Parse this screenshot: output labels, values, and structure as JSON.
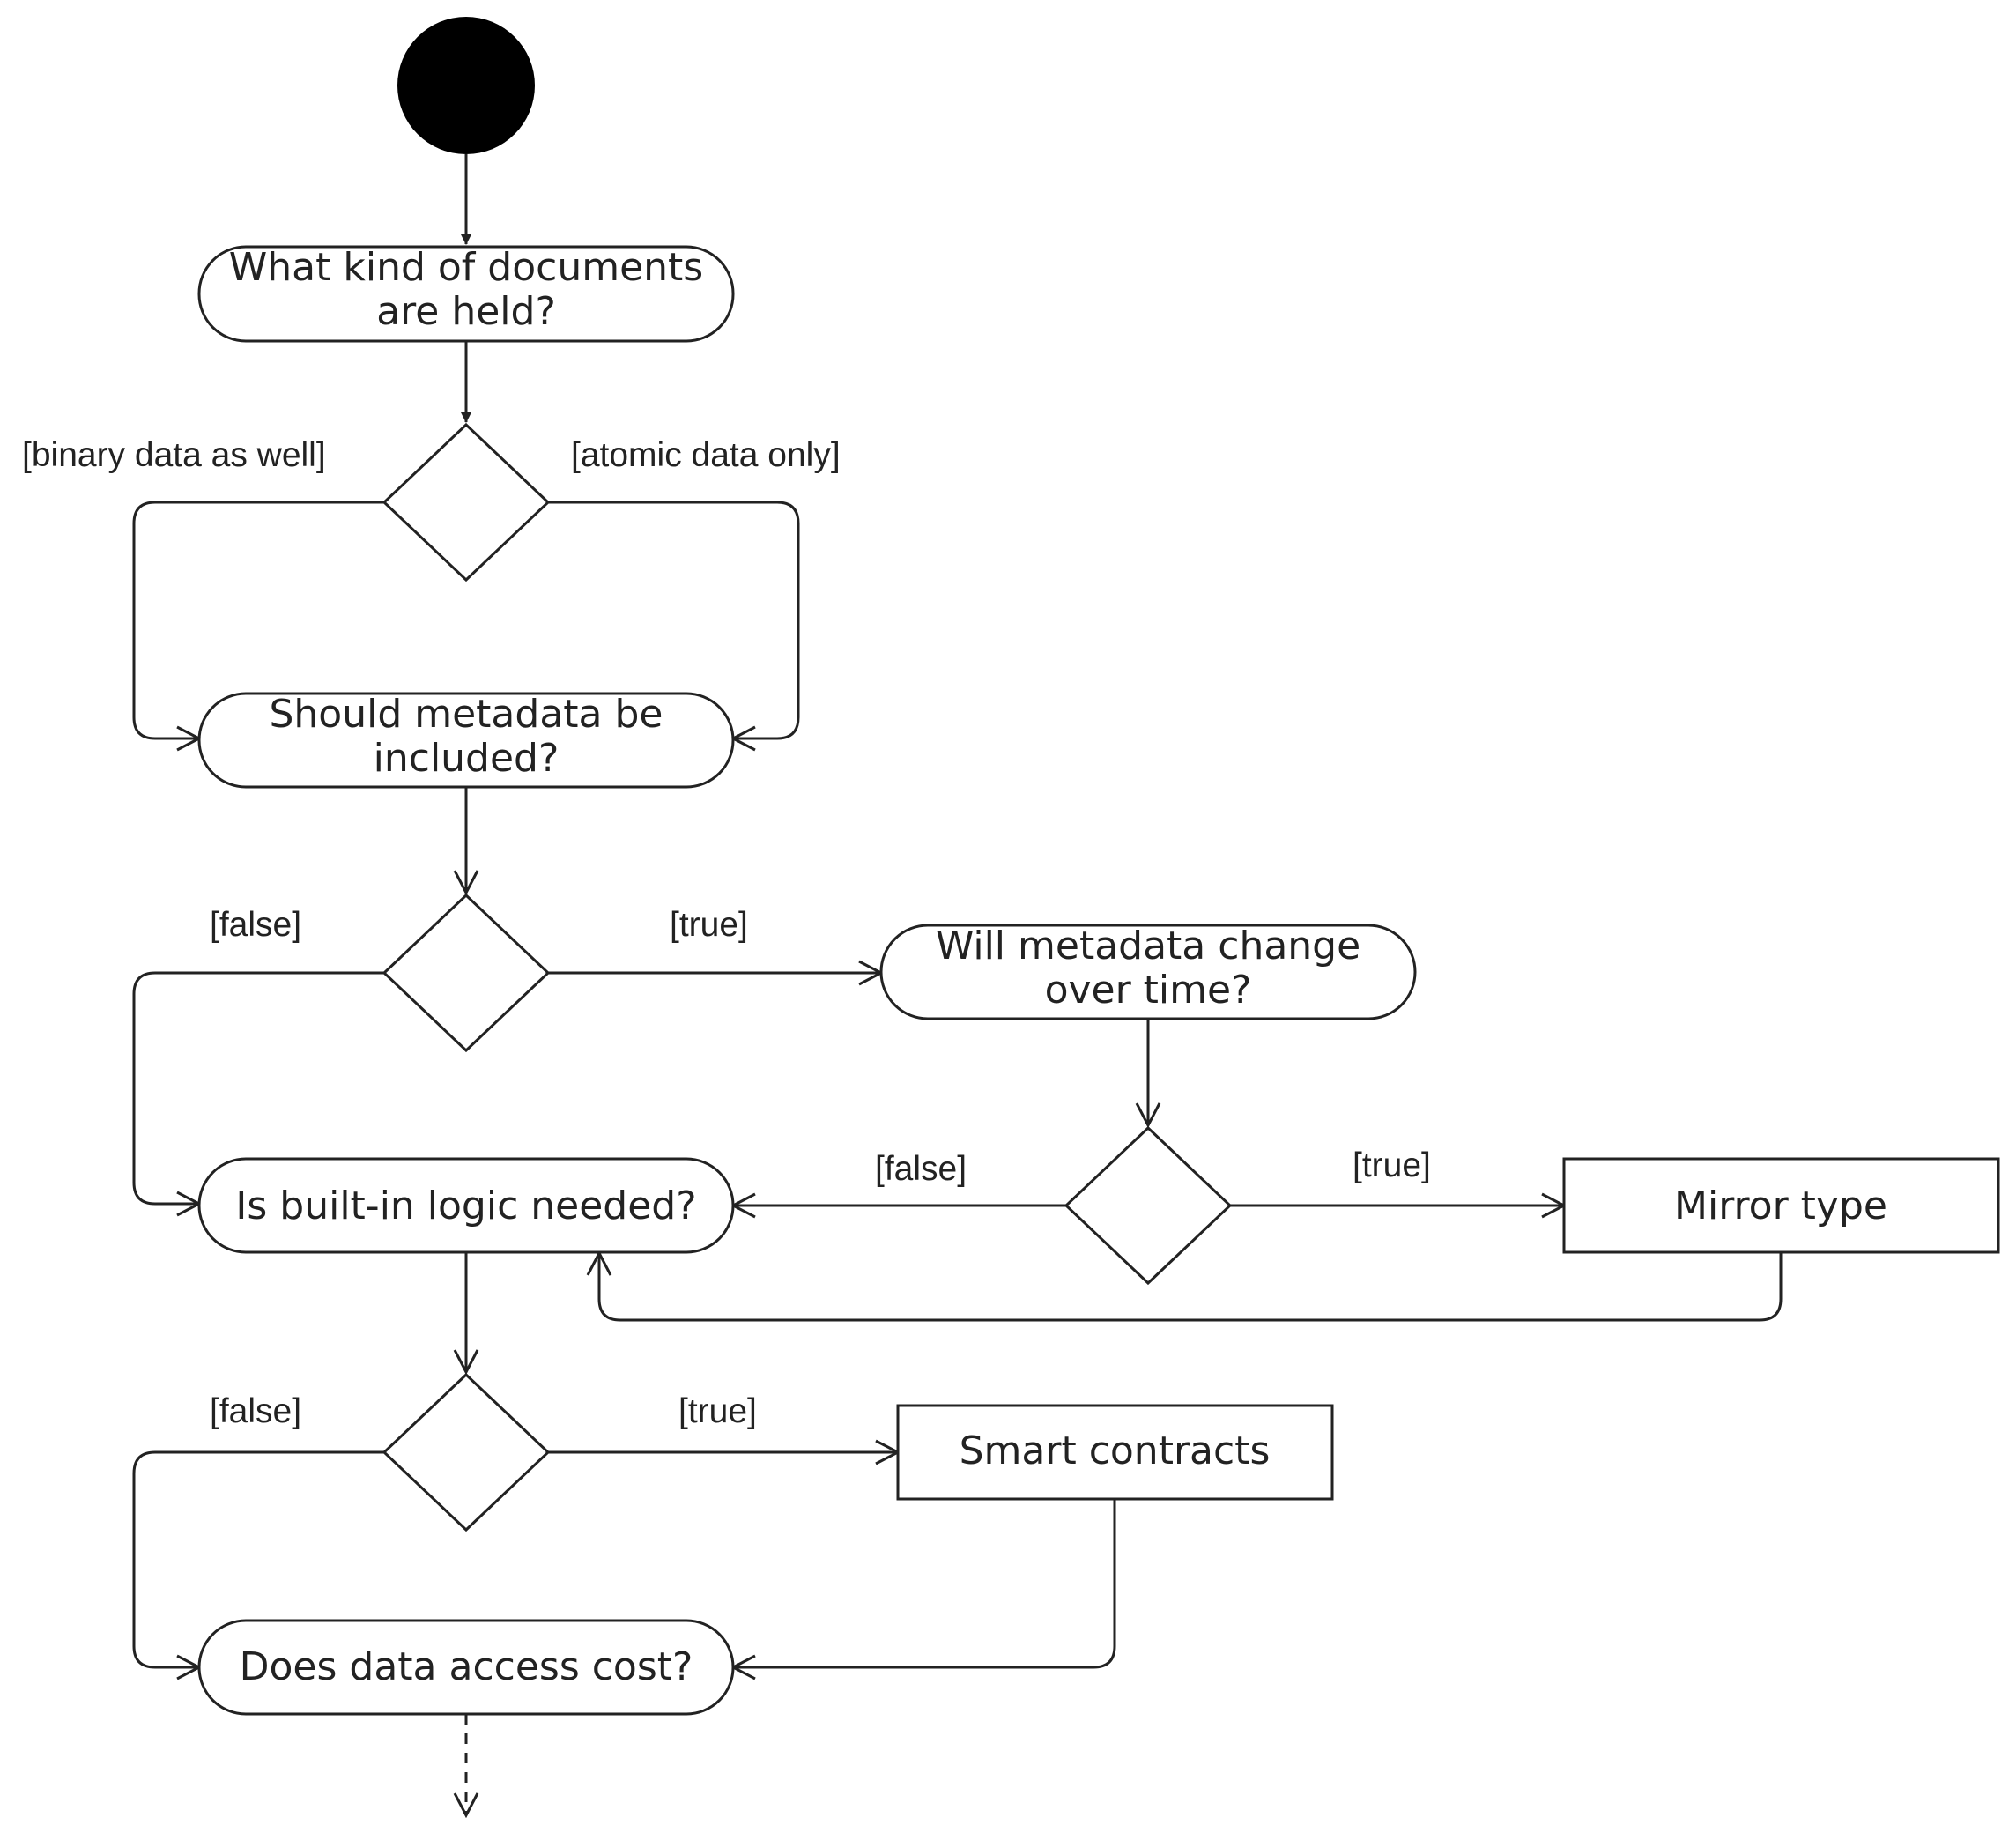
{
  "nodes": {
    "q_documents": [
      "What kind of documents",
      "are held?"
    ],
    "q_metadata": [
      "Should metadata be",
      "included?"
    ],
    "q_metadata_change": [
      "Will metadata change",
      "over time?"
    ],
    "q_logic": [
      "Is built-in logic needed?"
    ],
    "q_access_cost": [
      "Does data access cost?"
    ],
    "a_mirror": "Mirror type",
    "a_smart_contracts": "Smart contracts"
  },
  "guards": {
    "binary": "[binary data as well]",
    "atomic": "[atomic data only]",
    "meta_false": "[false]",
    "meta_true": "[true]",
    "change_false": "[false]",
    "change_true": "[true]",
    "logic_false": "[false]",
    "logic_true": "[true]"
  },
  "colors": {
    "stroke": "#222222",
    "start_fill": "#000000",
    "background": "#ffffff"
  }
}
